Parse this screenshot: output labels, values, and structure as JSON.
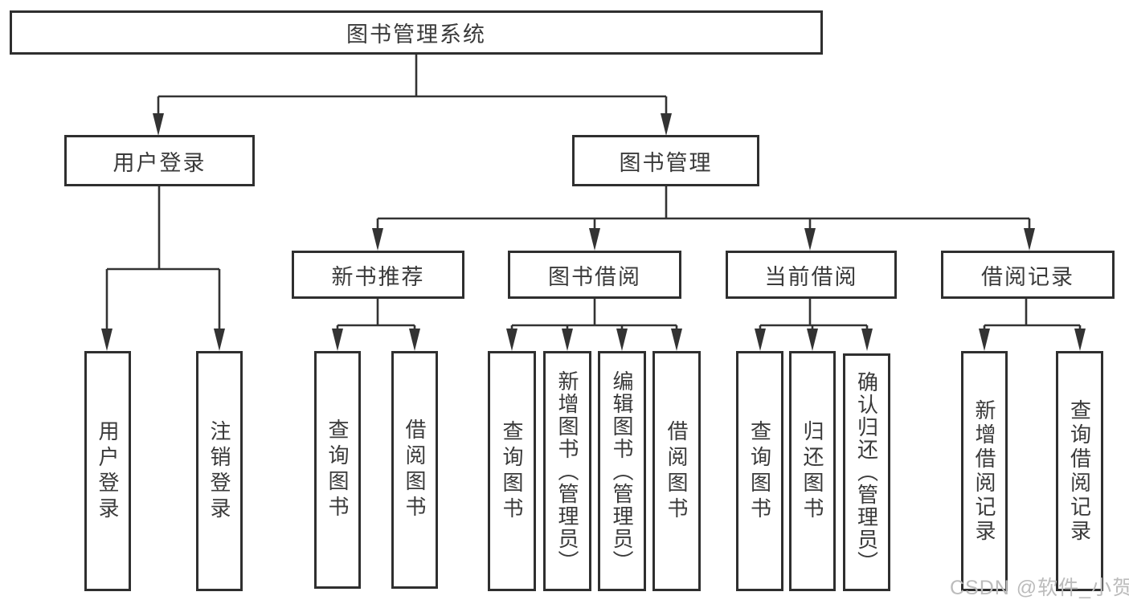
{
  "diagram": {
    "nodes": {
      "root": "图书管理系统",
      "user_login": "用户登录",
      "book_management": "图书管理",
      "new_book_recommend": "新书推荐",
      "book_borrowing": "图书借阅",
      "current_borrowing": "当前借阅",
      "borrowing_records": "借阅记录",
      "leaf_user_login": "用户登录",
      "leaf_logout": "注销登录",
      "nbr_query_books": "查询图书",
      "nbr_borrow_books": "借阅图书",
      "bb_query_books": "查询图书",
      "bb_add_books_admin": "新增图书（管理员）",
      "bb_edit_books_admin": "编辑图书（管理员）",
      "bb_borrow_books": "借阅图书",
      "cb_query_books": "查询图书",
      "cb_return_books": "归还图书",
      "cb_confirm_return_admin": "确认归还（管理员）",
      "br_add_record": "新增借阅记录",
      "br_query_record": "查询借阅记录"
    },
    "colors": {
      "line": "#333333",
      "box_border": "#2f2f2f",
      "text": "#3a3a3a",
      "watermark": "#bcbcbc",
      "background": "#ffffff"
    }
  },
  "watermark": {
    "text": "CSDN @软件_小贺同学"
  }
}
